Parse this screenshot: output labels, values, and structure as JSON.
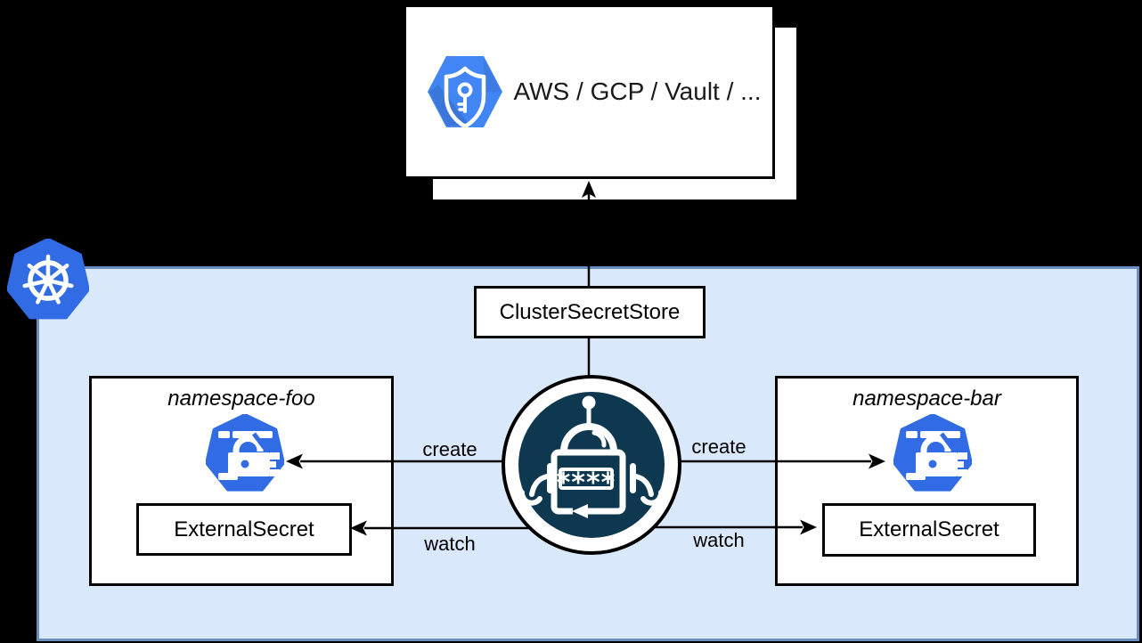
{
  "provider_box": {
    "label": "AWS / GCP / Vault / ..."
  },
  "cluster": {
    "store_label": "ClusterSecretStore",
    "namespaces": [
      {
        "title": "namespace-foo",
        "resource_label": "ExternalSecret"
      },
      {
        "title": "namespace-bar",
        "resource_label": "ExternalSecret"
      }
    ],
    "edges": {
      "left_create": "create",
      "left_watch": "watch",
      "right_create": "create",
      "right_watch": "watch"
    }
  },
  "operator": {
    "password_text": "****"
  },
  "icons": {
    "provider": "shield-key-hexagon-icon",
    "kubernetes": "kubernetes-wheel-icon",
    "namespace_secret": "k8s-secret-lock-icon",
    "operator": "external-secrets-operator-robot-icon"
  },
  "colors": {
    "background": "#000000",
    "cluster_fill": "#dae8fc",
    "cluster_border": "#6c8ebf",
    "kubernetes_blue": "#326ce5",
    "provider_blue": "#4285f4",
    "operator_navy": "#0d384f",
    "box_fill": "#ffffff",
    "box_border": "#000000"
  }
}
